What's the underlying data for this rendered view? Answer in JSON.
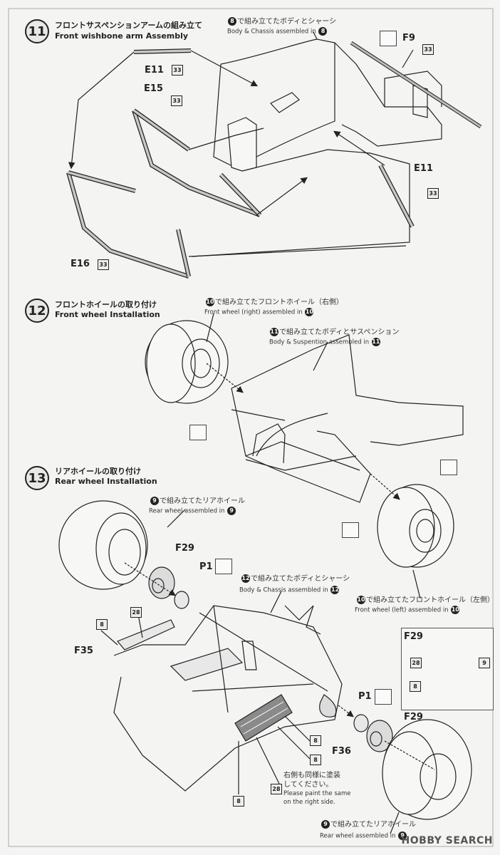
{
  "steps": [
    {
      "num": "11",
      "title_jp": "フロントサスペンションアームの組み立て",
      "title_en": "Front wishbone arm Assembly",
      "ref_num": "8",
      "ref_jp": "で組み立てたボディとシャーシ",
      "ref_en": "Body & Chassis assembled in",
      "parts": [
        "E11",
        "E15",
        "E16",
        "E11",
        "F9"
      ],
      "color_code": "33"
    },
    {
      "num": "12",
      "title_jp": "フロントホイールの取り付け",
      "title_en": "Front wheel Installation",
      "ref_right_num": "10",
      "ref_right_jp": "で組み立てたフロントホイール（右側）",
      "ref_right_en": "Front wheel (right) assembled in",
      "ref_body_num": "11",
      "ref_body_jp": "で組み立てたボディとサスペンション",
      "ref_body_en": "Body & Suspention assembled in",
      "ref_left_num": "10",
      "ref_left_jp": "で組み立てたフロントホイール（左側）",
      "ref_left_en": "Front wheel (left) assembled in"
    },
    {
      "num": "13",
      "title_jp": "リアホイールの取り付け",
      "title_en": "Rear wheel Installation",
      "ref_rear_num": "9",
      "ref_rear_jp": "で組み立てたリアホイール",
      "ref_rear_en": "Rear wheel assembled in",
      "ref_chassis_num": "12",
      "ref_chassis_jp": "で組み立てたボディとシャーシ",
      "ref_chassis_en": "Body & Chassis assembled in",
      "parts": [
        "F29",
        "P1",
        "F35",
        "F36",
        "P1",
        "F29"
      ],
      "color_codes": [
        "8",
        "28",
        "9"
      ],
      "note_jp_1": "右側も同様に塗装",
      "note_jp_2": "してください。",
      "note_en_1": "Please paint the same",
      "note_en_2": "on the right side.",
      "inset_label": "F29"
    }
  ],
  "watermark": "HOBBY SEARCH",
  "colors": {
    "line": "#222222",
    "paper": "#f4f4f2",
    "fill_light": "#dcdcdc",
    "fill_dark": "#8a8a8a"
  }
}
